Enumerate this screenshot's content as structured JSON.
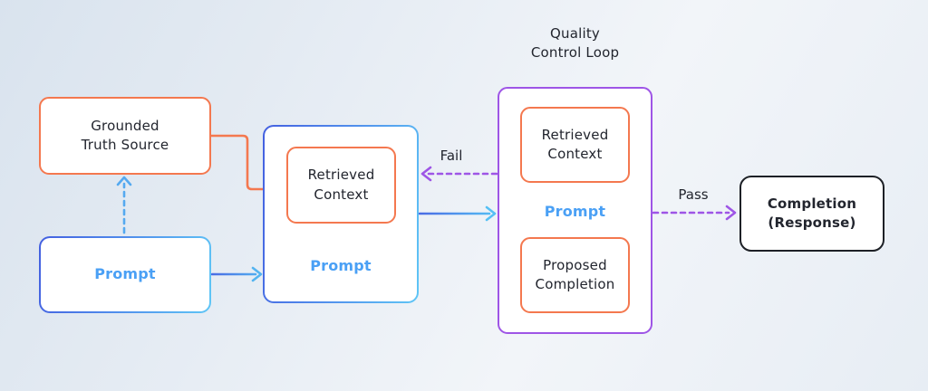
{
  "diagram": {
    "name": "rag-quality-control-flow",
    "background": "#e7edf4",
    "colors": {
      "orange": "#f4784f",
      "blue_border_dark": "#4460e0",
      "blue_border_light": "#5fc6f6",
      "blue_text": "#4aa0f5",
      "blue_arrow": "#55a9f0",
      "purple": "#9e55e6",
      "black_border": "#1d2026",
      "text_dark": "#22252e",
      "node_fill": "#ffffff"
    }
  },
  "nodes": {
    "grounded_truth": {
      "label": "Grounded\nTruth Source"
    },
    "prompt_source": {
      "label": "Prompt"
    },
    "augmented_prompt": {
      "label": "Prompt",
      "retrieved_context": "Retrieved\nContext"
    },
    "quality_control": {
      "title": "Quality\nControl Loop",
      "retrieved_context": "Retrieved\nContext",
      "prompt": "Prompt",
      "proposed_completion": "Proposed\nCompletion"
    },
    "completion": {
      "label": "Completion\n(Response)"
    }
  },
  "edges": {
    "fail_label": "Fail",
    "pass_label": "Pass"
  }
}
